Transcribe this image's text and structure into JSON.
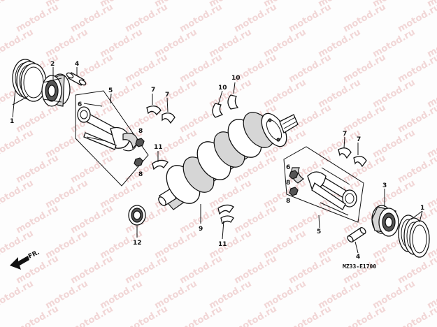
{
  "watermark": "motod.ru",
  "diagram_code": "MZ33-E1700",
  "direction_label": "FR.",
  "callouts": {
    "piston_rings_left": "1",
    "piston_left": "2",
    "piston_pin_left": "4",
    "conrod_group_left": "5",
    "bolt_left": "6",
    "bearing_7a": "7",
    "bearing_7b": "7",
    "nut_left_a": "8",
    "nut_left_b": "8",
    "main_bearing_10a": "10",
    "main_bearing_10b": "10",
    "bearing_11_left": "11",
    "crankshaft": "9",
    "oil_seal": "12",
    "bearing_11_bottom": "11",
    "bearing_7c": "7",
    "bearing_7d": "7",
    "bolt_right": "6",
    "nut_right_a": "8",
    "nut_right_b": "8",
    "piston_right": "3",
    "piston_rings_right": "1",
    "conrod_group_right": "5",
    "piston_pin_right": "4"
  },
  "icons": {
    "direction_arrow": "arrow-left-down-icon"
  }
}
